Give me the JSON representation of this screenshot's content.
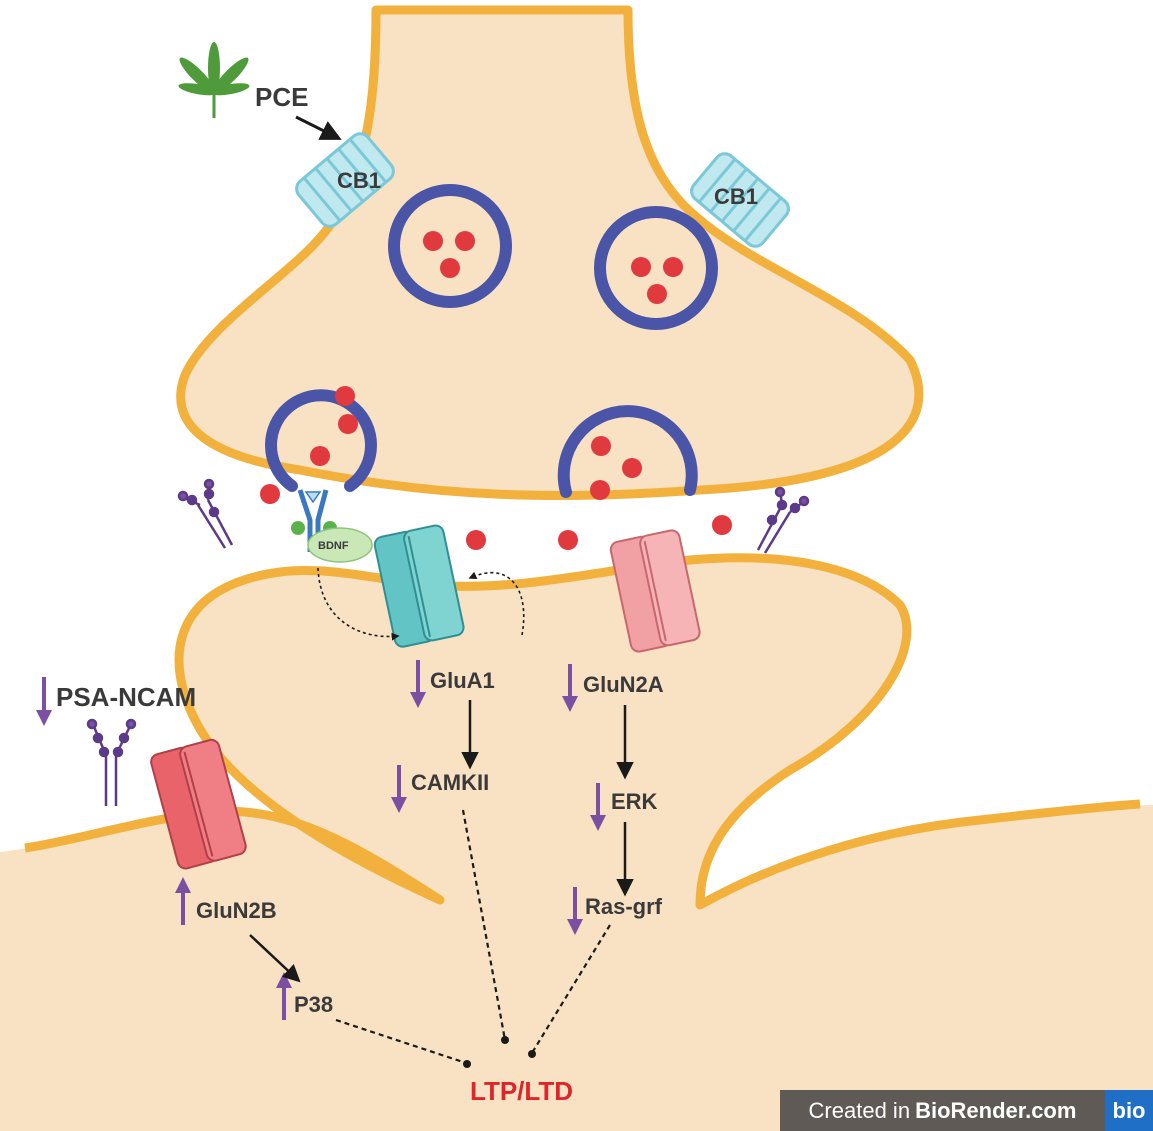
{
  "labels": {
    "pce": "PCE",
    "cb1_left": "CB1",
    "cb1_right": "CB1",
    "bdnf": "BDNF",
    "glua1": "GluA1",
    "glun2a": "GluN2A",
    "psa_ncam": "PSA-NCAM",
    "camkii": "CAMKII",
    "erk": "ERK",
    "glun2b": "GluN2B",
    "ras_grf": "Ras-grf",
    "p38": "P38",
    "ltp_ltd": "LTP/LTD"
  },
  "badge": {
    "prefix": "Created in",
    "brand": "BioRender.com",
    "logo": "bio"
  },
  "colors": {
    "membrane": "#f2b13c",
    "cytoplasm": "#f9e2c3",
    "vesicle": "#4a55a8",
    "neurotransmitter": "#e03a3f",
    "cb1": "#8fd3e0",
    "glua1": "#62c4c4",
    "glun2a": "#f1a0a3",
    "glun2b": "#e9636a",
    "arrow_regulation": "#7b4fa2",
    "ltp_ltd": "#e0242a"
  },
  "icons": [
    "cannabis-leaf-icon",
    "down-arrow-icon",
    "up-arrow-icon"
  ],
  "regulation": {
    "psa_ncam": "down",
    "glua1": "down",
    "glun2a": "down",
    "camkii": "down",
    "erk": "down",
    "ras_grf": "down",
    "glun2b": "up",
    "p38": "up"
  }
}
